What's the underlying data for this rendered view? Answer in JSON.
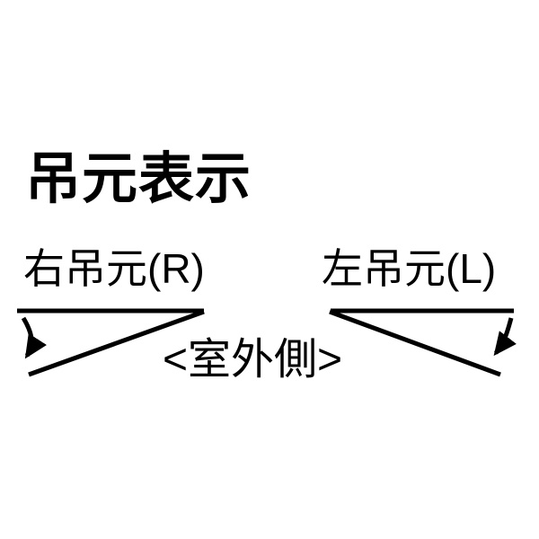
{
  "colors": {
    "background": "#ffffff",
    "ink": "#000000"
  },
  "title": "吊元表示",
  "diagram": {
    "right_hinge": {
      "label": "右吊元(R)"
    },
    "left_hinge": {
      "label": "左吊元(L)"
    },
    "outdoor_side_label": "<室外側>"
  }
}
